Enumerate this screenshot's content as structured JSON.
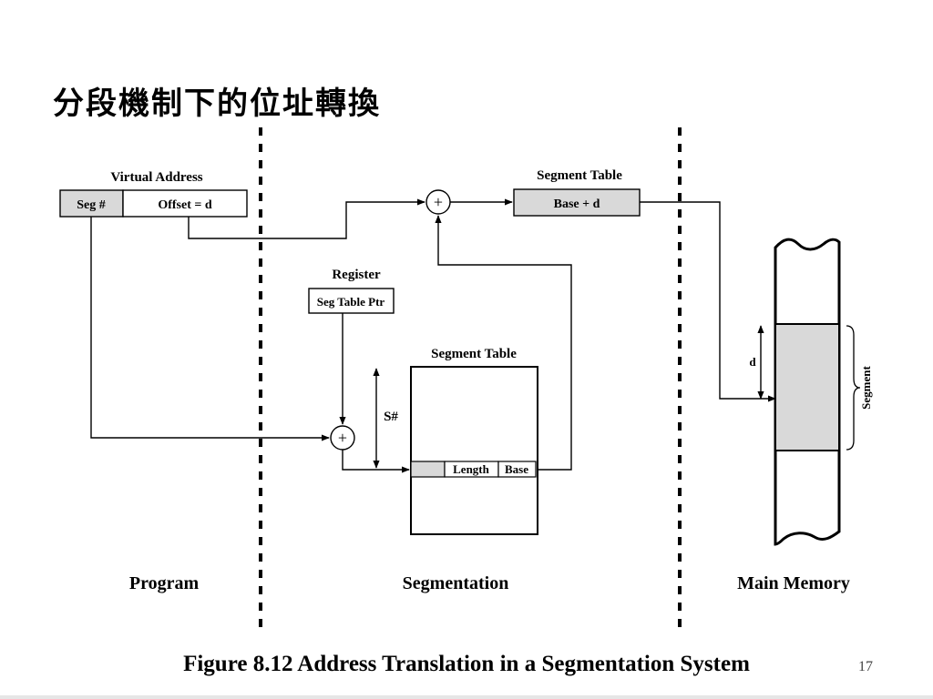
{
  "title": "分段機制下的位址轉換",
  "virtual_address": {
    "label": "Virtual Address",
    "seg_field": "Seg #",
    "offset_field": "Offset = d"
  },
  "segment_table_top": {
    "label": "Segment Table",
    "entry": "Base + d"
  },
  "register": {
    "label": "Register",
    "value": "Seg Table Ptr"
  },
  "segment_table": {
    "label": "Segment Table",
    "length_col": "Length",
    "base_col": "Base",
    "index_label": "S#"
  },
  "adders": {
    "symbol": "+"
  },
  "main_memory": {
    "offset_label": "d",
    "segment_label": "Segment"
  },
  "regions": {
    "program": "Program",
    "segmentation": "Segmentation",
    "main_memory": "Main Memory"
  },
  "caption": "Figure 8.12 Address Translation in a Segmentation System",
  "page_number": "17",
  "colors": {
    "field_fill": "#d9d9d9",
    "line": "#000000",
    "page_line": "#e6e6e6"
  }
}
